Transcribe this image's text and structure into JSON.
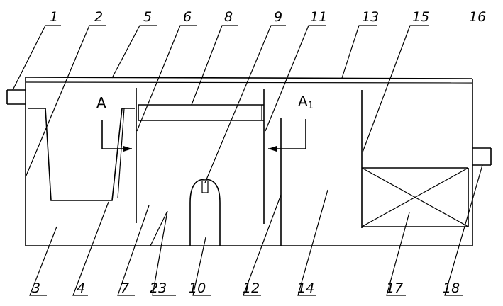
{
  "labels_top": [
    "1",
    "2",
    "5",
    "6",
    "8",
    "9",
    "11",
    "13",
    "15",
    "16"
  ],
  "labels_bottom": [
    "3",
    "4",
    "7",
    "23",
    "10",
    "12",
    "14",
    "17",
    "18"
  ],
  "section_left": "A",
  "section_right": {
    "letter": "A",
    "subscript": "1"
  }
}
